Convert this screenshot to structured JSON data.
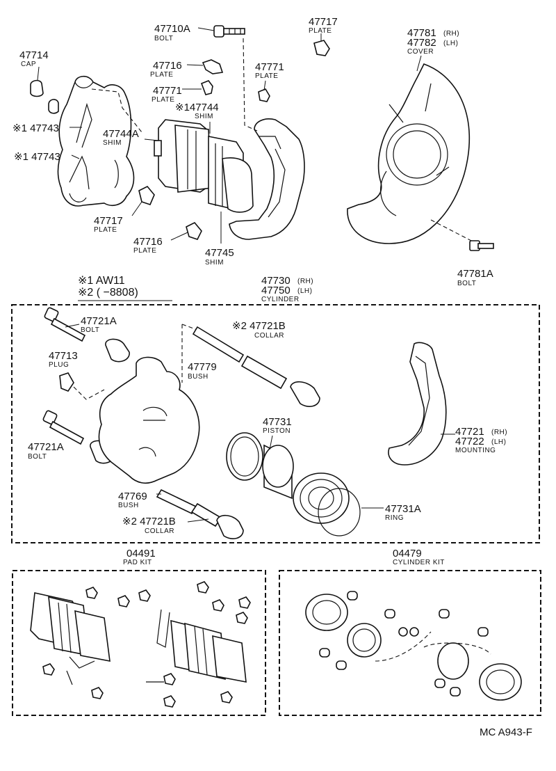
{
  "labels": {
    "l47710A": {
      "num": "47710A",
      "sub": "BOLT"
    },
    "l47714": {
      "num": "47714",
      "sub": "CAP"
    },
    "l47716a": {
      "num": "47716",
      "sub": "PLATE"
    },
    "l47771a": {
      "num": "47771",
      "sub": "PLATE"
    },
    "l47771b": {
      "num": "47771",
      "sub": "PLATE"
    },
    "l47717a": {
      "num": "47717",
      "sub": "PLATE"
    },
    "l47744": {
      "num": "※147744",
      "sub": "SHIM"
    },
    "l47743a": {
      "num": "※1 47743"
    },
    "l47744A": {
      "num": "47744A",
      "sub": "SHIM"
    },
    "l47743b": {
      "num": "※1 47743"
    },
    "l47717b": {
      "num": "47717",
      "sub": "PLATE"
    },
    "l47716b": {
      "num": "47716",
      "sub": "PLATE"
    },
    "l47745": {
      "num": "47745",
      "sub": "SHIM"
    },
    "l47781": {
      "num": "47781",
      "rh": "(RH)",
      "num2": "47782",
      "lh": "(LH)",
      "sub": "COVER"
    },
    "l47781A": {
      "num": "47781A",
      "sub": "BOLT"
    },
    "l47730": {
      "num": "47730",
      "rh": "(RH)",
      "num2": "47750",
      "lh": "(LH)",
      "sub": "CYLINDER"
    },
    "l47721Aa": {
      "num": "47721A",
      "sub": "BOLT"
    },
    "l47713": {
      "num": "47713",
      "sub": "PLUG"
    },
    "l47721Ab": {
      "num": "47721A",
      "sub": "BOLT"
    },
    "l47779": {
      "num": "47779",
      "sub": "BUSH"
    },
    "l47721Ba": {
      "num": "※2 47721B",
      "sub": "COLLAR"
    },
    "l47731": {
      "num": "47731",
      "sub": "PISTON"
    },
    "l47721": {
      "num": "47721",
      "rh": "(RH)",
      "num2": "47722",
      "lh": "(LH)",
      "sub": "MOUNTING"
    },
    "l47769": {
      "num": "47769",
      "sub": "BUSH"
    },
    "l47721Bb": {
      "num": "※2 47721B",
      "sub": "COLLAR"
    },
    "l47731A": {
      "num": "47731A",
      "sub": "RING"
    },
    "l04491": {
      "num": "04491",
      "sub": "PAD KIT"
    },
    "l04479": {
      "num": "04479",
      "sub": "CYLINDER KIT"
    }
  },
  "notes": {
    "note1": "※1 AW11",
    "note2": "※2 (       −8808)"
  },
  "footer": "MC  A943-F"
}
